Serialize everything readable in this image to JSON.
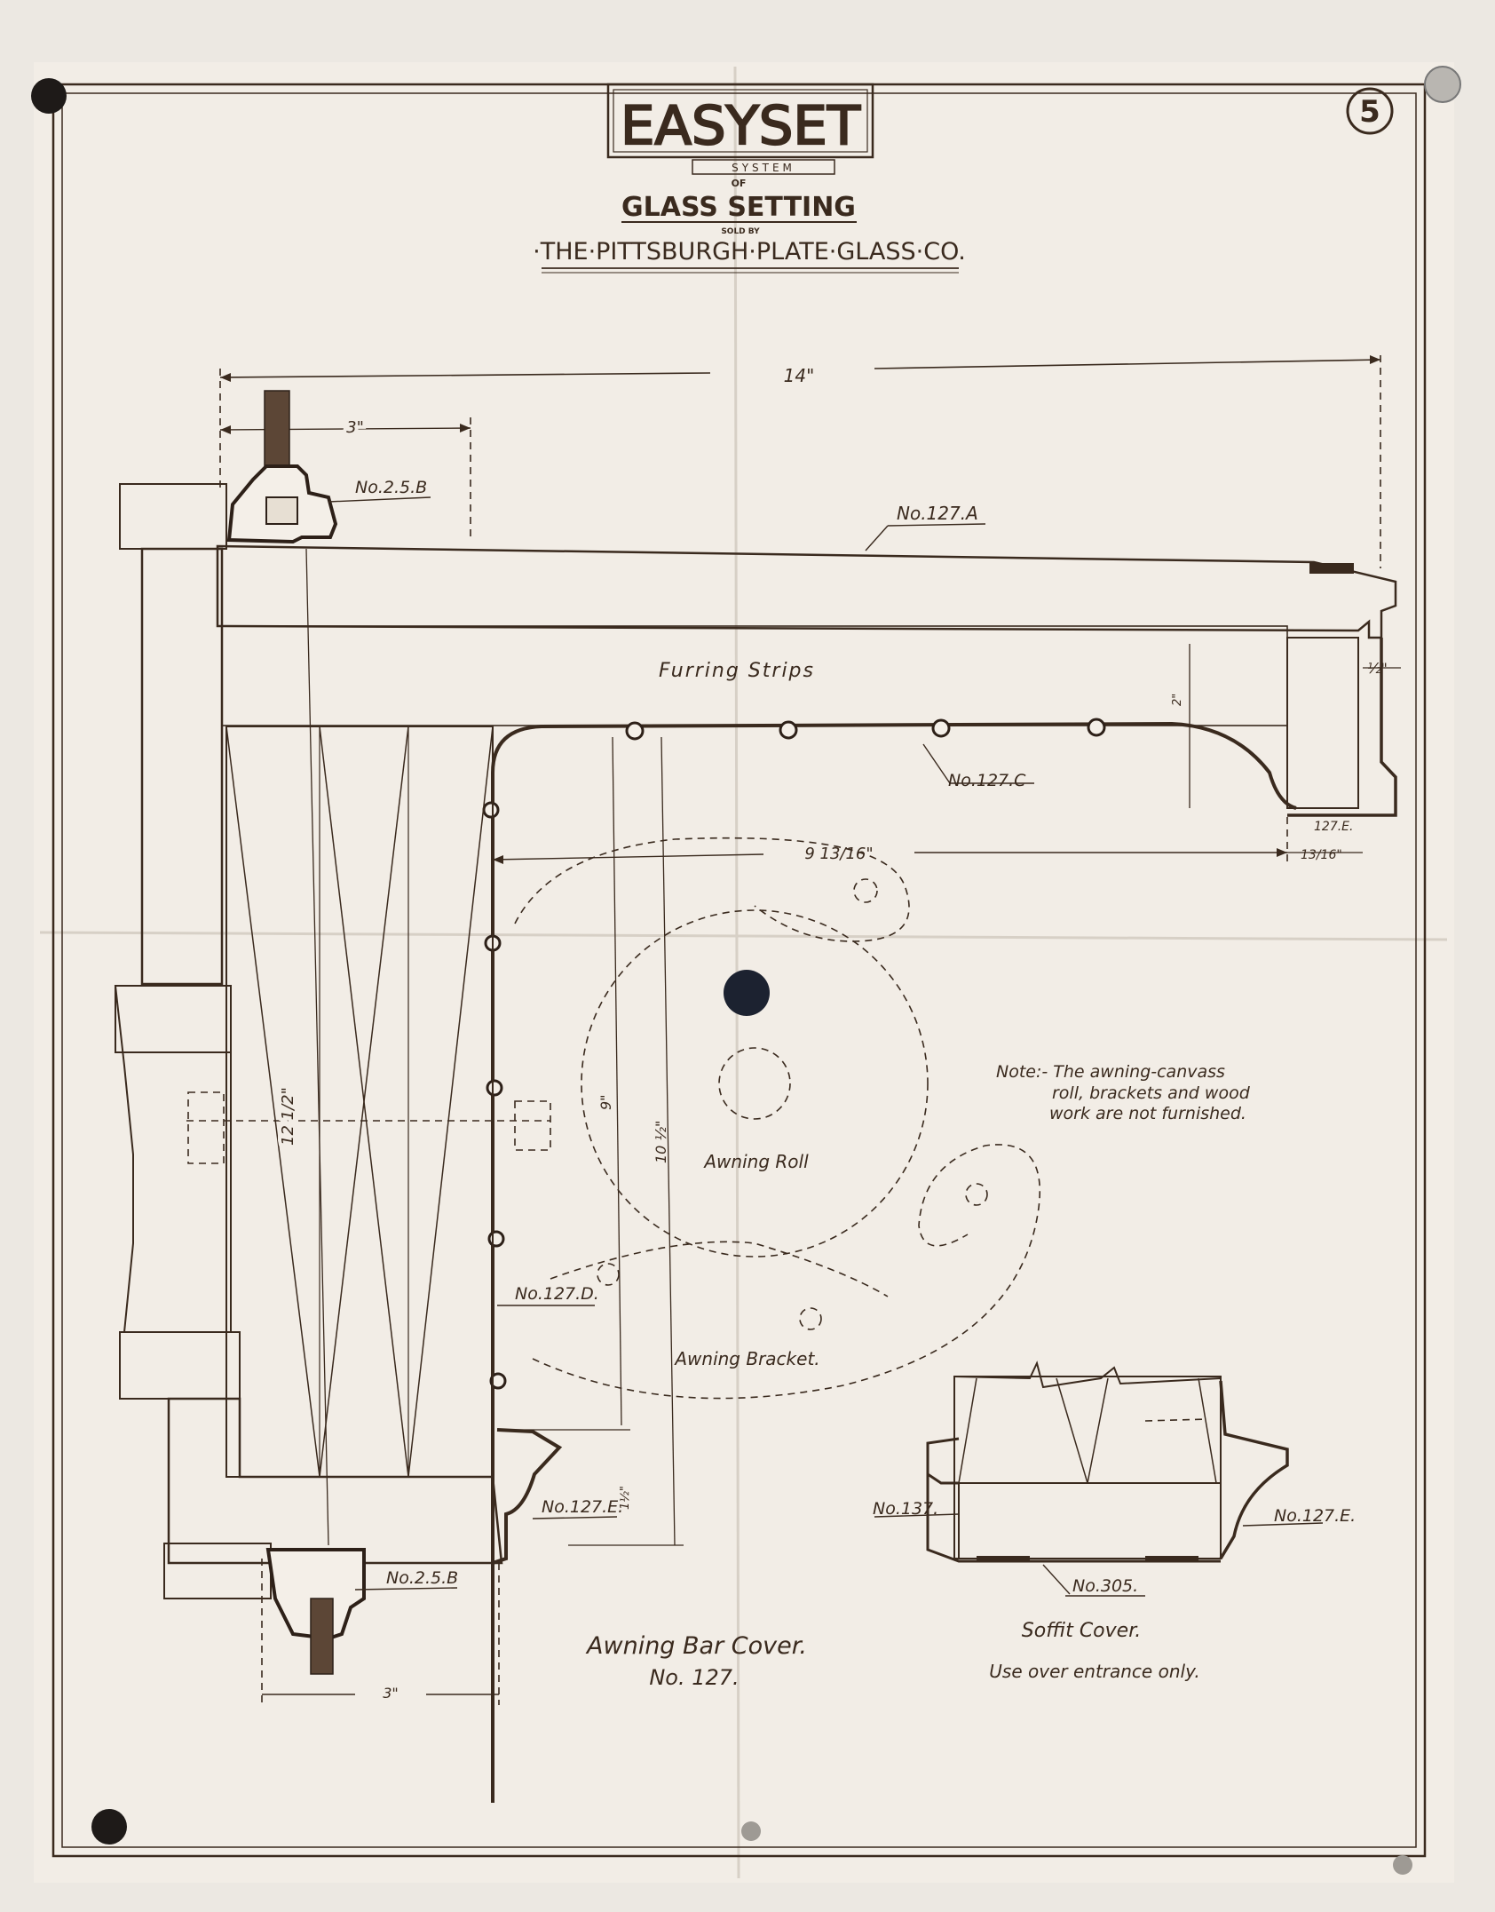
{
  "sheet": {
    "plate_number": "5",
    "brand": {
      "logo_text": "EASYSET",
      "logo_sub": "SYSTEM"
    },
    "of_label": "OF",
    "title": "GLASS SETTING",
    "sold_by": "SOLD BY",
    "company": "·THE·PITTSBURGH·PLATE·GLASS·CO."
  },
  "dimensions": {
    "overall_width": "14\"",
    "bar_width_top": "3\"",
    "bar_width_bottom": "3\"",
    "edge_offset": "½\"",
    "inner_width": "9 13/16\"",
    "small_offset": "13/16\"",
    "furring_depth": "2\"",
    "height_a": "12 1/2\"",
    "height_b": "9\"",
    "height_c": "10 ½\"",
    "bottom_gap": "1½\""
  },
  "labels": {
    "part_25b_top": "No.2.5.B",
    "part_127a": "No.127.A",
    "furring": "Furring Strips",
    "part_127c": "No.127.C",
    "part_127e_small": "127.E.",
    "part_127d": "No.127.D.",
    "part_127e": "No.127.E.",
    "part_25b_bottom": "No.2.5.B",
    "awning_roll": "Awning Roll",
    "awning_bracket": "Awning Bracket.",
    "part_137": "No.137.",
    "part_127e_soffit": "No.127.E.",
    "part_305": "No.305."
  },
  "note": {
    "line1": "Note:- The awning-canvass",
    "line2": "roll, brackets and wood",
    "line3": "work are not furnished."
  },
  "captions": {
    "main_title": "Awning Bar Cover.",
    "main_sub": "No. 127.",
    "soffit_title": "Soffit Cover.",
    "soffit_sub": "Use over entrance only."
  },
  "colors": {
    "paper": "#f2ede6",
    "ink": "#3a2a1e",
    "background": "#ece8e2"
  }
}
